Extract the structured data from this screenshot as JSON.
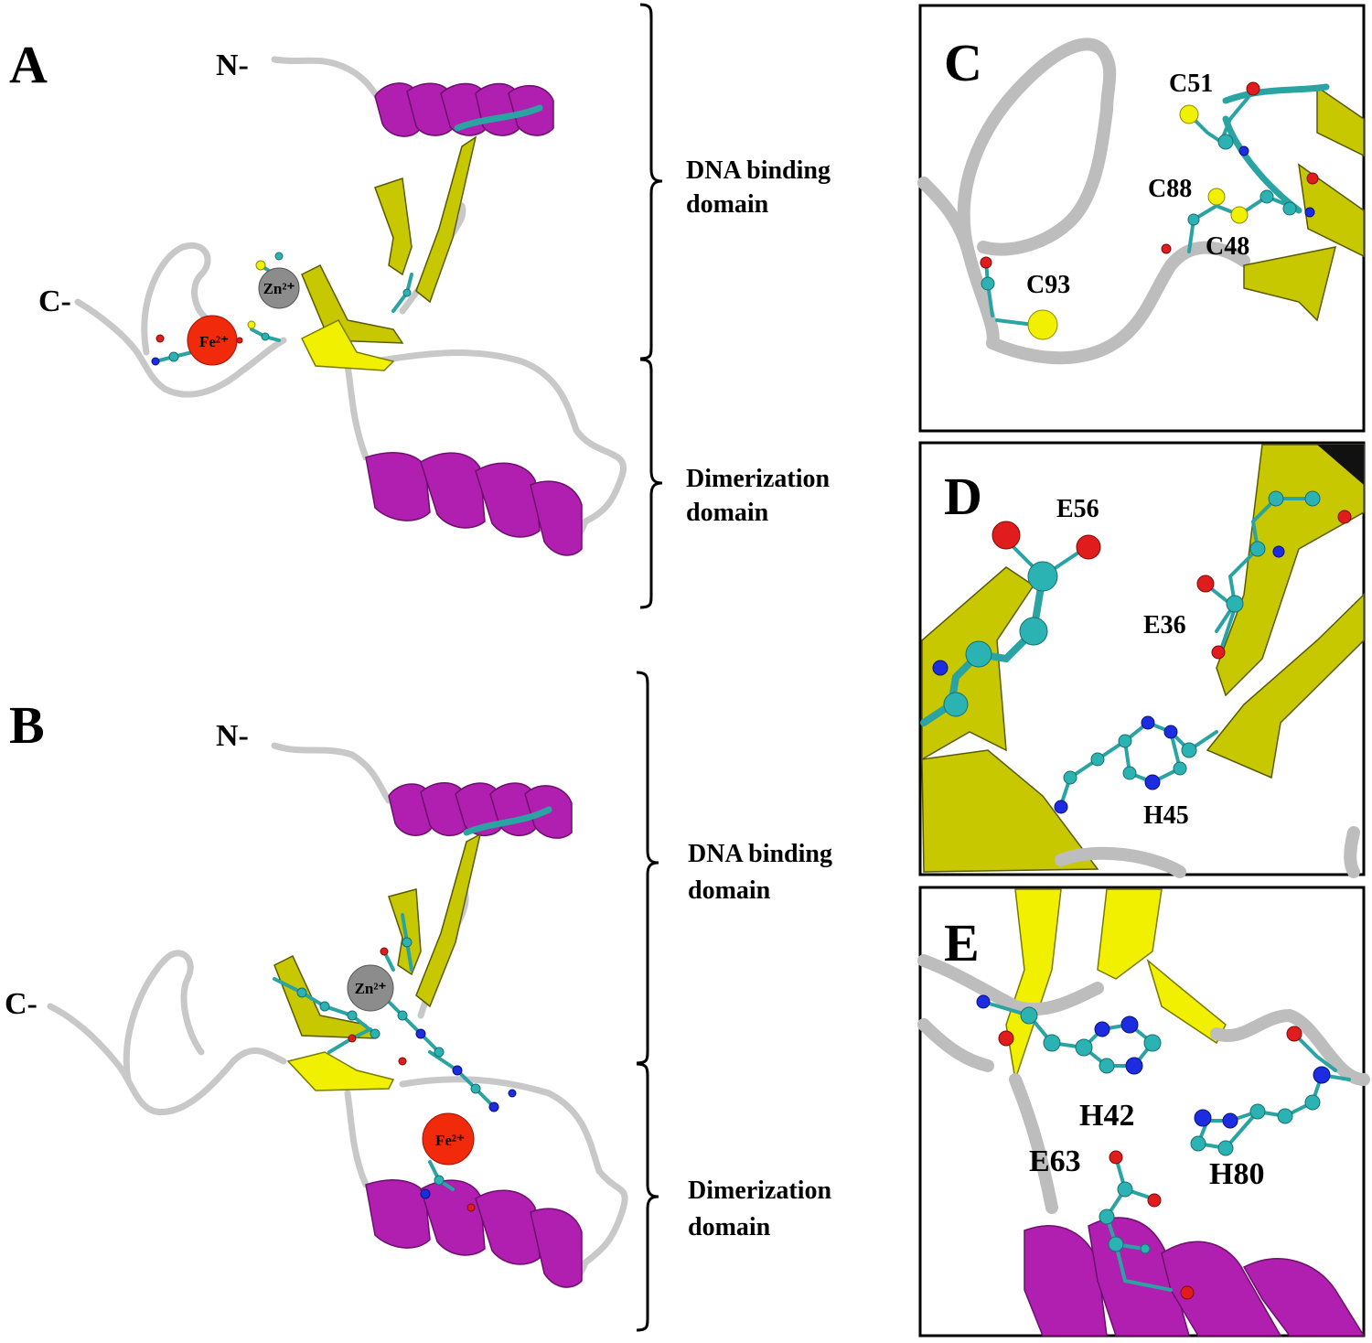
{
  "panels": {
    "A": {
      "letter": "A",
      "n_term": "N-",
      "c_term": "C-",
      "zn_label": "Zn²⁺",
      "fe_label": "Fe²⁺",
      "domain1_line1": "DNA binding",
      "domain1_line2": "domain",
      "domain2_line1": "Dimerization",
      "domain2_line2": "domain"
    },
    "B": {
      "letter": "B",
      "n_term": "N-",
      "c_term": "C-",
      "zn_label": "Zn²⁺",
      "fe_label": "Fe²⁺",
      "domain1_line1": "DNA binding",
      "domain1_line2": "domain",
      "domain2_line1": "Dimerization",
      "domain2_line2": "domain"
    },
    "C": {
      "letter": "C",
      "residues": [
        "C51",
        "C88",
        "C48",
        "C93"
      ]
    },
    "D": {
      "letter": "D",
      "residues": [
        "E56",
        "E36",
        "H45"
      ]
    },
    "E": {
      "letter": "E",
      "residues": [
        "H42",
        "E63",
        "H80"
      ]
    }
  },
  "colors": {
    "helix": "#b01fb0",
    "sheet": "#c8c800",
    "coil": "#c8c8c8",
    "carbon": "#2bb3b3",
    "oxygen": "#e01c1c",
    "nitrogen": "#1c2ce0",
    "sulfur": "#f0f000",
    "zinc": "#8c8c8c",
    "iron": "#f02a0a"
  }
}
